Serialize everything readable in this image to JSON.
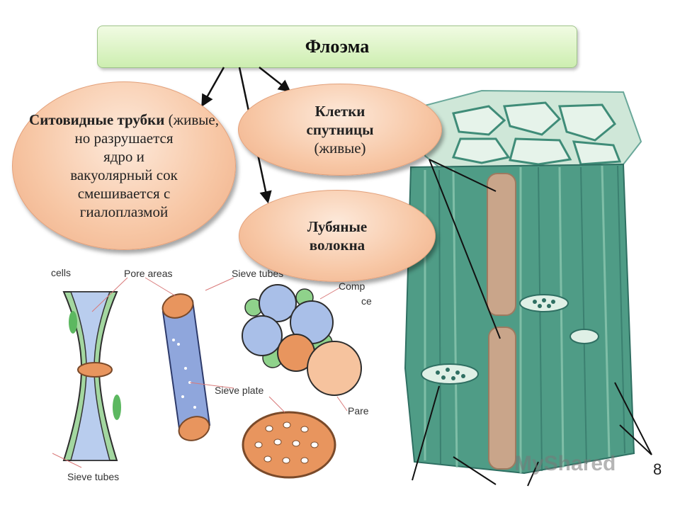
{
  "title": "Флоэма",
  "bubbles": {
    "sieve": {
      "bold": "Ситовидные трубки",
      "rest1": " (живые,",
      "rest2": "но разрушается",
      "rest3": "ядро и",
      "rest4": "вакуолярный сок",
      "rest5": "смешивается с",
      "rest6": "гиалоплазмой"
    },
    "companion": {
      "bold1": "Клетки",
      "bold2": "спутницы",
      "rest": "(живые)"
    },
    "fibers": {
      "bold1": "Лубяные",
      "bold2": "волокна"
    }
  },
  "figure_labels": {
    "cells": "cells",
    "pore_areas": "Pore areas",
    "sieve_tubes_top": "Sieve tubes",
    "comp": "Comp",
    "ce": "ce",
    "sieve_plate": "Sieve plate",
    "pare": "Pare",
    "sieve_tubes_bottom": "Sieve tubes"
  },
  "watermark": "MyShared",
  "page_number": "8",
  "colors": {
    "title_bg": "#cdeeb0",
    "bubble_fill": "#f7c6a4",
    "sieve_blue": "#8fa6dc",
    "plate_orange": "#e8955e",
    "tissue_green": "#4f9c86"
  }
}
